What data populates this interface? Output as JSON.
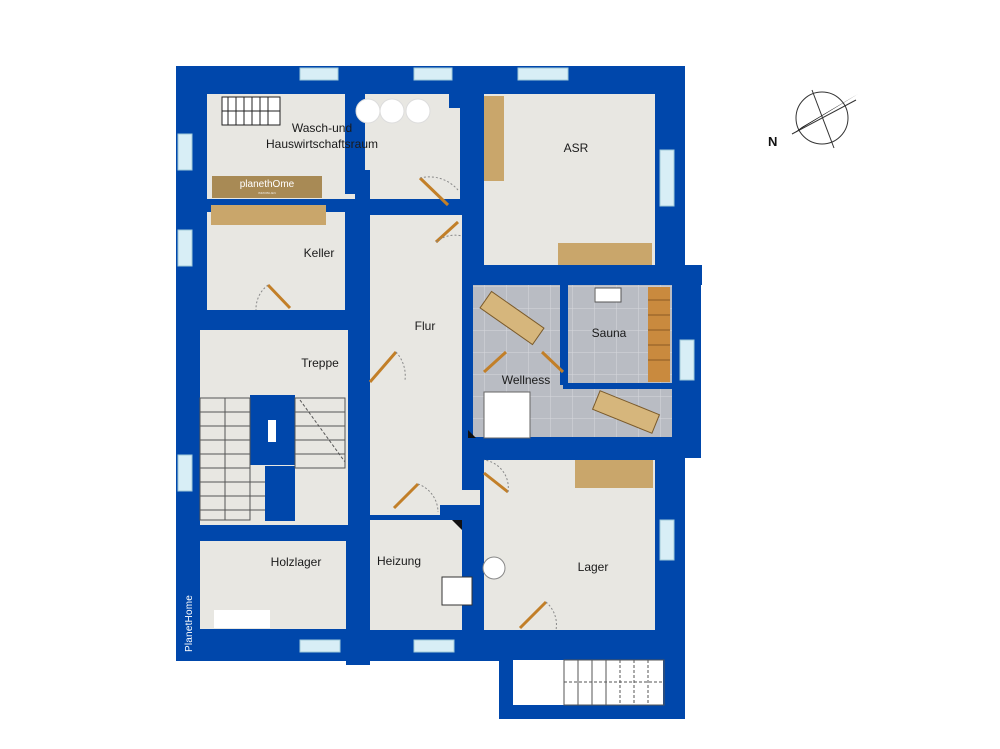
{
  "colors": {
    "wall": "#0047ab",
    "floor": "#e8e7e2",
    "tile": "#b9bcc3",
    "tile_line": "#d6d8dc",
    "window": "#d8eef6",
    "furniture": "#c9a66b",
    "door": "#c27f28"
  },
  "rooms": [
    {
      "id": "wasch",
      "label": "Wasch-und\nHauswirtschaftsraum"
    },
    {
      "id": "asr",
      "label": "ASR"
    },
    {
      "id": "keller",
      "label": "Keller"
    },
    {
      "id": "flur",
      "label": "Flur"
    },
    {
      "id": "sauna",
      "label": "Sauna"
    },
    {
      "id": "wellness",
      "label": "Wellness"
    },
    {
      "id": "treppe",
      "label": "Treppe"
    },
    {
      "id": "holzlager",
      "label": "Holzlager"
    },
    {
      "id": "heizung",
      "label": "Heizung"
    },
    {
      "id": "lager",
      "label": "Lager"
    }
  ],
  "compass": {
    "north_label": "N"
  },
  "branding": {
    "vertical": "PlanetHome",
    "logo": "planethOme",
    "logo_sub": "IMMOBILIEN"
  }
}
